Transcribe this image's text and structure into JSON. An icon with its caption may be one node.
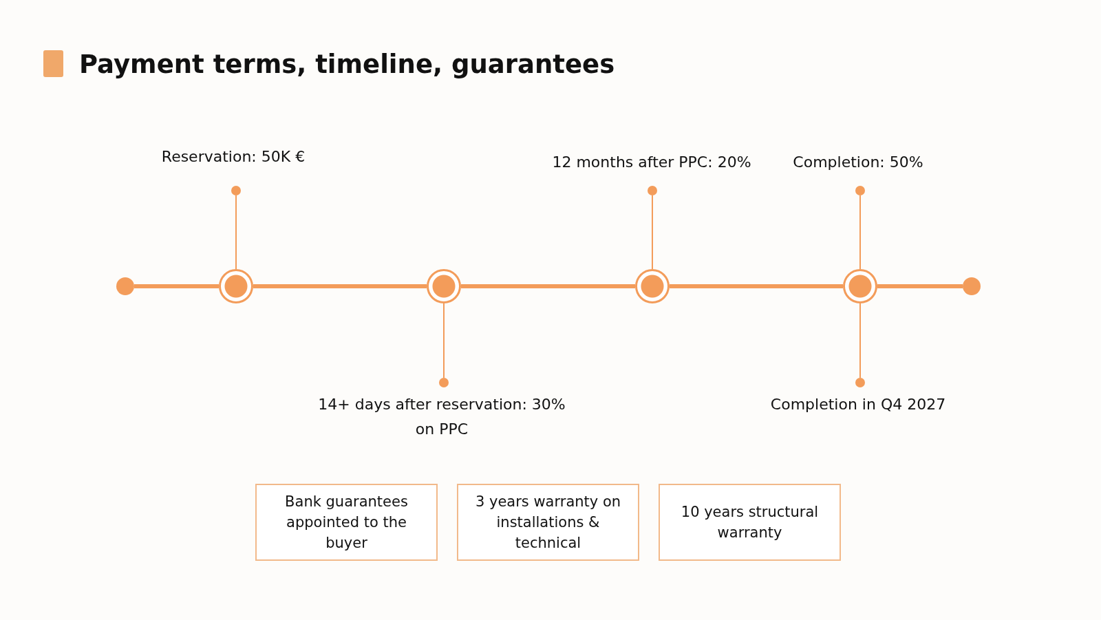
{
  "diagram": {
    "title": "Payment terms, timeline, guarantees",
    "nodes": [
      {
        "text": [],
        "shape": "circle"
      },
      {
        "text": [],
        "shape": "circle"
      },
      {
        "text": [],
        "shape": "circle"
      },
      {
        "text": [],
        "shape": "circle"
      },
      {
        "text": [],
        "shape": "circle"
      },
      {
        "text": [],
        "shape": "circle"
      },
      {
        "text": [],
        "shape": "circle",
        "beside": [
          "Reservation: 50K €"
        ]
      },
      {
        "text": [],
        "shape": "circle",
        "beside": [
          "14+ days after reservation: 30% on PPC"
        ]
      },
      {
        "text": [],
        "shape": "circle",
        "beside": [
          "12 months after PPC: 20%"
        ]
      },
      {
        "text": [],
        "shape": "circle",
        "beside": [
          "Completion: 50%"
        ]
      },
      {
        "text": [],
        "shape": "circle",
        "beside": [
          "Completion in Q4 2027"
        ]
      },
      {
        "text": [
          "Bank guarantees appointed to the buyer"
        ]
      },
      {
        "text": [
          "3 years warranty on installations & technical"
        ]
      },
      {
        "text": [
          "10 years structural warranty"
        ]
      }
    ],
    "edges": [
      {
        "from": 0,
        "to": 1,
        "arrow": "none",
        "style": "thick"
      },
      {
        "from": 1,
        "to": 2,
        "arrow": "none",
        "style": "thick"
      },
      {
        "from": 2,
        "to": 3,
        "arrow": "none",
        "style": "thick"
      },
      {
        "from": 3,
        "to": 4,
        "arrow": "none",
        "style": "thick"
      },
      {
        "from": 4,
        "to": 5,
        "arrow": "none",
        "style": "thick"
      },
      {
        "from": 1,
        "to": 6,
        "arrow": "none"
      },
      {
        "from": 2,
        "to": 7,
        "arrow": "none"
      },
      {
        "from": 3,
        "to": 8,
        "arrow": "none"
      },
      {
        "from": 4,
        "to": 9,
        "arrow": "none"
      },
      {
        "from": 4,
        "to": 10,
        "arrow": "none"
      }
    ]
  }
}
